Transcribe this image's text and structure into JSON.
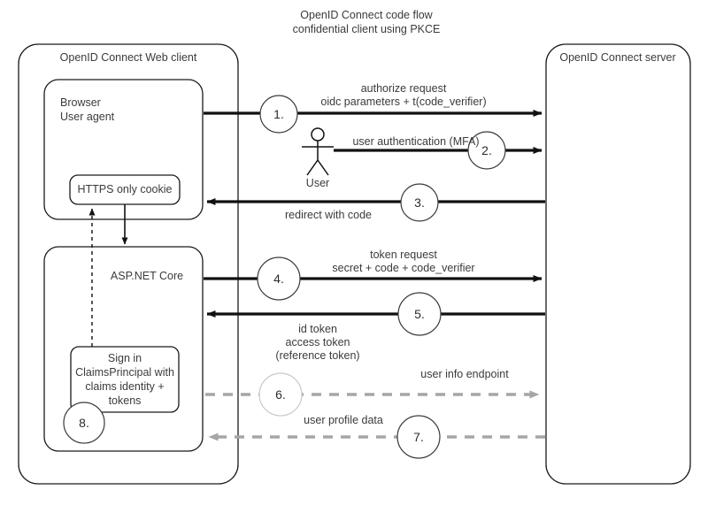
{
  "diagram": {
    "title_line1": "OpenID Connect code flow",
    "title_line2": "confidential client using PKCE",
    "colors": {
      "stroke": "#1a1a1a",
      "text": "#3b3b3b",
      "dashed_gray": "#a6a6a6",
      "background": "#ffffff"
    }
  },
  "containers": {
    "client": {
      "label": "OpenID Connect Web client"
    },
    "browser": {
      "label_line1": "Browser",
      "label_line2": "User agent"
    },
    "cookie": {
      "label": "HTTPS only cookie"
    },
    "aspnet": {
      "label": "ASP.NET Core"
    },
    "signin": {
      "line1": "Sign in",
      "line2": "ClaimsPrincipal with",
      "line3": "claims identity +",
      "line4": "tokens"
    },
    "server": {
      "label": "OpenID Connect server"
    }
  },
  "actor": {
    "label": "User",
    "icon": "stick-figure-icon"
  },
  "steps": [
    {
      "number": "1.",
      "direction": "right",
      "style": "solid",
      "label_lines": [
        "authorize request",
        "oidc parameters + t(code_verifier)"
      ],
      "label_position": "above"
    },
    {
      "number": "2.",
      "direction": "right",
      "style": "solid",
      "label_lines": [
        "user authentication (MFA)"
      ],
      "label_position": "above"
    },
    {
      "number": "3.",
      "direction": "left",
      "style": "solid",
      "label_lines": [
        "redirect with code"
      ],
      "label_position": "below"
    },
    {
      "number": "4.",
      "direction": "right",
      "style": "solid",
      "label_lines": [
        "token request",
        "secret + code + code_verifier"
      ],
      "label_position": "above"
    },
    {
      "number": "5.",
      "direction": "left",
      "style": "solid",
      "label_lines": [
        "id token",
        "access token",
        "(reference token)"
      ],
      "label_position": "below"
    },
    {
      "number": "6.",
      "direction": "right",
      "style": "dashed",
      "label_lines": [
        "user info endpoint"
      ],
      "label_position": "above"
    },
    {
      "number": "7.",
      "direction": "left",
      "style": "dashed",
      "label_lines": [
        "user profile data"
      ],
      "label_position": "above"
    },
    {
      "number": "8.",
      "direction": "none",
      "style": "none",
      "label_lines": [],
      "label_position": "none"
    }
  ]
}
